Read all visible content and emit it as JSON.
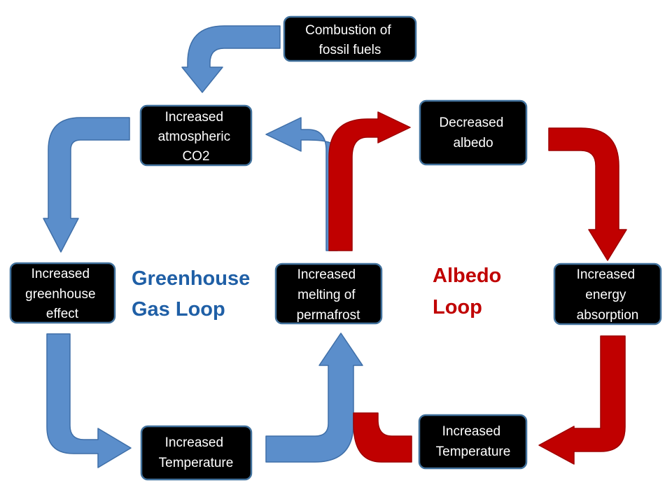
{
  "colors": {
    "greenhouse_loop": "#1f5fa6",
    "albedo_loop": "#c00000",
    "blue_arrow": "#5b8ecb",
    "red_arrow": "#c00000",
    "node_fill": "#000000",
    "node_border": "#41719c"
  },
  "nodes": {
    "combustion": [
      "Combustion of",
      "fossil fuels"
    ],
    "co2": [
      "Increased",
      "atmospheric",
      "CO2"
    ],
    "greenhouse_effect": [
      "Increased",
      "greenhouse",
      "effect"
    ],
    "temperature_left": [
      "Increased",
      "Temperature"
    ],
    "permafrost": [
      "Increased",
      "melting of",
      "permafrost"
    ],
    "albedo": [
      "Decreased",
      "albedo"
    ],
    "energy": [
      "Increased",
      "energy",
      "absorption"
    ],
    "temperature_right": [
      "Increased",
      "Temperature"
    ]
  },
  "loops": {
    "greenhouse": [
      "Greenhouse",
      "Gas Loop"
    ],
    "albedo": [
      "Albedo",
      "Loop"
    ]
  }
}
